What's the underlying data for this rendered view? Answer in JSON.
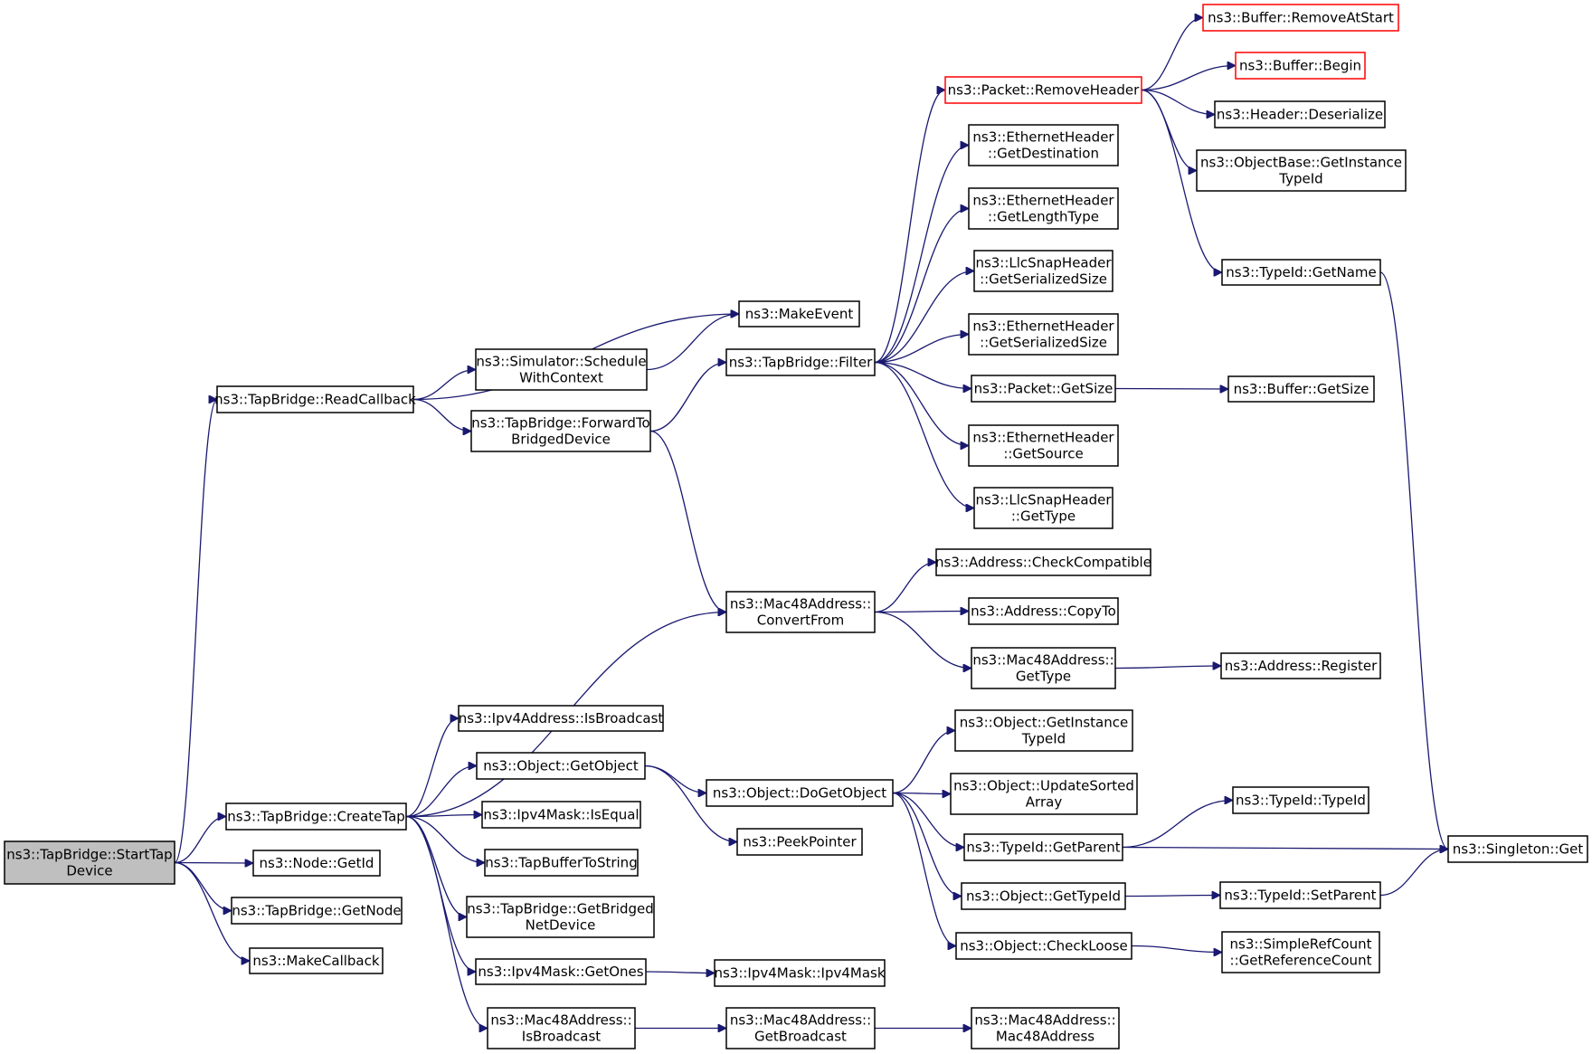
{
  "diagram": {
    "nodes": [
      {
        "id": "StartTap",
        "lines": [
          "ns3::TapBridge::StartTap",
          "Device"
        ],
        "style": "root"
      },
      {
        "id": "ReadCallback",
        "lines": [
          "ns3::TapBridge::ReadCallback"
        ]
      },
      {
        "id": "CreateTap",
        "lines": [
          "ns3::TapBridge::CreateTap"
        ]
      },
      {
        "id": "NodeGetId",
        "lines": [
          "ns3::Node::GetId"
        ]
      },
      {
        "id": "GetNode",
        "lines": [
          "ns3::TapBridge::GetNode"
        ]
      },
      {
        "id": "MakeCallback",
        "lines": [
          "ns3::MakeCallback"
        ]
      },
      {
        "id": "MakeEvent",
        "lines": [
          "ns3::MakeEvent"
        ]
      },
      {
        "id": "ScheduleWithContext",
        "lines": [
          "ns3::Simulator::Schedule",
          "WithContext"
        ]
      },
      {
        "id": "ForwardToBridgedDevice",
        "lines": [
          "ns3::TapBridge::ForwardTo",
          "BridgedDevice"
        ]
      },
      {
        "id": "Filter",
        "lines": [
          "ns3::TapBridge::Filter"
        ]
      },
      {
        "id": "ConvertFrom",
        "lines": [
          "ns3::Mac48Address::",
          "ConvertFrom"
        ]
      },
      {
        "id": "Ipv4IsBroadcast",
        "lines": [
          "ns3::Ipv4Address::IsBroadcast"
        ]
      },
      {
        "id": "GetObject",
        "lines": [
          "ns3::Object::GetObject"
        ]
      },
      {
        "id": "IsEqual",
        "lines": [
          "ns3::Ipv4Mask::IsEqual"
        ]
      },
      {
        "id": "TapBufferToString",
        "lines": [
          "ns3::TapBufferToString"
        ]
      },
      {
        "id": "GetBridgedNetDevice",
        "lines": [
          "ns3::TapBridge::GetBridged",
          "NetDevice"
        ]
      },
      {
        "id": "GetOnes",
        "lines": [
          "ns3::Ipv4Mask::GetOnes"
        ]
      },
      {
        "id": "MacIsBroadcast",
        "lines": [
          "ns3::Mac48Address::",
          "IsBroadcast"
        ]
      },
      {
        "id": "DoGetObject",
        "lines": [
          "ns3::Object::DoGetObject"
        ]
      },
      {
        "id": "PeekPointer",
        "lines": [
          "ns3::PeekPointer"
        ]
      },
      {
        "id": "Ipv4MaskCtor",
        "lines": [
          "ns3::Ipv4Mask::Ipv4Mask"
        ]
      },
      {
        "id": "GetBroadcast",
        "lines": [
          "ns3::Mac48Address::",
          "GetBroadcast"
        ]
      },
      {
        "id": "Mac48AddressCtor",
        "lines": [
          "ns3::Mac48Address::",
          "Mac48Address"
        ]
      },
      {
        "id": "RemoveHeader",
        "lines": [
          "ns3::Packet::RemoveHeader"
        ],
        "style": "trunc"
      },
      {
        "id": "EthGetDestination",
        "lines": [
          "ns3::EthernetHeader",
          "::GetDestination"
        ]
      },
      {
        "id": "EthGetLengthType",
        "lines": [
          "ns3::EthernetHeader",
          "::GetLengthType"
        ]
      },
      {
        "id": "LlcGetSerializedSize",
        "lines": [
          "ns3::LlcSnapHeader",
          "::GetSerializedSize"
        ]
      },
      {
        "id": "EthGetSerializedSize",
        "lines": [
          "ns3::EthernetHeader",
          "::GetSerializedSize"
        ]
      },
      {
        "id": "PacketGetSize",
        "lines": [
          "ns3::Packet::GetSize"
        ]
      },
      {
        "id": "EthGetSource",
        "lines": [
          "ns3::EthernetHeader",
          "::GetSource"
        ]
      },
      {
        "id": "LlcGetType",
        "lines": [
          "ns3::LlcSnapHeader",
          "::GetType"
        ]
      },
      {
        "id": "CheckCompatible",
        "lines": [
          "ns3::Address::CheckCompatible"
        ]
      },
      {
        "id": "CopyTo",
        "lines": [
          "ns3::Address::CopyTo"
        ]
      },
      {
        "id": "MacGetType",
        "lines": [
          "ns3::Mac48Address::",
          "GetType"
        ]
      },
      {
        "id": "GetInstanceTypeIdObj",
        "lines": [
          "ns3::Object::GetInstance",
          "TypeId"
        ]
      },
      {
        "id": "UpdateSortedArray",
        "lines": [
          "ns3::Object::UpdateSorted",
          "Array"
        ]
      },
      {
        "id": "GetParent",
        "lines": [
          "ns3::TypeId::GetParent"
        ]
      },
      {
        "id": "GetTypeId",
        "lines": [
          "ns3::Object::GetTypeId"
        ]
      },
      {
        "id": "CheckLoose",
        "lines": [
          "ns3::Object::CheckLoose"
        ]
      },
      {
        "id": "BufferRemoveAtStart",
        "lines": [
          "ns3::Buffer::RemoveAtStart"
        ],
        "style": "trunc"
      },
      {
        "id": "BufferBegin",
        "lines": [
          "ns3::Buffer::Begin"
        ],
        "style": "trunc"
      },
      {
        "id": "HeaderDeserialize",
        "lines": [
          "ns3::Header::Deserialize"
        ]
      },
      {
        "id": "ObjectBaseGetInstanceTypeId",
        "lines": [
          "ns3::ObjectBase::GetInstance",
          "TypeId"
        ]
      },
      {
        "id": "TypeIdGetName",
        "lines": [
          "ns3::TypeId::GetName"
        ]
      },
      {
        "id": "BufferGetSize",
        "lines": [
          "ns3::Buffer::GetSize"
        ]
      },
      {
        "id": "AddressRegister",
        "lines": [
          "ns3::Address::Register"
        ]
      },
      {
        "id": "TypeIdTypeId",
        "lines": [
          "ns3::TypeId::TypeId"
        ]
      },
      {
        "id": "SetParent",
        "lines": [
          "ns3::TypeId::SetParent"
        ]
      },
      {
        "id": "GetReferenceCount",
        "lines": [
          "ns3::SimpleRefCount",
          "::GetReferenceCount"
        ]
      },
      {
        "id": "SingletonGet",
        "lines": [
          "ns3::Singleton::Get"
        ]
      }
    ],
    "edges": [
      [
        "StartTap",
        "ReadCallback"
      ],
      [
        "StartTap",
        "CreateTap"
      ],
      [
        "StartTap",
        "NodeGetId"
      ],
      [
        "StartTap",
        "GetNode"
      ],
      [
        "StartTap",
        "MakeCallback"
      ],
      [
        "ReadCallback",
        "MakeEvent"
      ],
      [
        "ReadCallback",
        "ScheduleWithContext"
      ],
      [
        "ReadCallback",
        "ForwardToBridgedDevice"
      ],
      [
        "ScheduleWithContext",
        "MakeEvent"
      ],
      [
        "ForwardToBridgedDevice",
        "Filter"
      ],
      [
        "ForwardToBridgedDevice",
        "ConvertFrom"
      ],
      [
        "CreateTap",
        "ConvertFrom"
      ],
      [
        "CreateTap",
        "Ipv4IsBroadcast"
      ],
      [
        "CreateTap",
        "GetObject"
      ],
      [
        "CreateTap",
        "IsEqual"
      ],
      [
        "CreateTap",
        "TapBufferToString"
      ],
      [
        "CreateTap",
        "GetBridgedNetDevice"
      ],
      [
        "CreateTap",
        "GetOnes"
      ],
      [
        "CreateTap",
        "MacIsBroadcast"
      ],
      [
        "GetObject",
        "DoGetObject"
      ],
      [
        "GetObject",
        "PeekPointer"
      ],
      [
        "GetOnes",
        "Ipv4MaskCtor"
      ],
      [
        "MacIsBroadcast",
        "GetBroadcast"
      ],
      [
        "GetBroadcast",
        "Mac48AddressCtor"
      ],
      [
        "Filter",
        "RemoveHeader"
      ],
      [
        "Filter",
        "EthGetDestination"
      ],
      [
        "Filter",
        "EthGetLengthType"
      ],
      [
        "Filter",
        "LlcGetSerializedSize"
      ],
      [
        "Filter",
        "EthGetSerializedSize"
      ],
      [
        "Filter",
        "PacketGetSize"
      ],
      [
        "Filter",
        "EthGetSource"
      ],
      [
        "Filter",
        "LlcGetType"
      ],
      [
        "ConvertFrom",
        "CheckCompatible"
      ],
      [
        "ConvertFrom",
        "CopyTo"
      ],
      [
        "ConvertFrom",
        "MacGetType"
      ],
      [
        "DoGetObject",
        "GetInstanceTypeIdObj"
      ],
      [
        "DoGetObject",
        "UpdateSortedArray"
      ],
      [
        "DoGetObject",
        "GetParent"
      ],
      [
        "DoGetObject",
        "GetTypeId"
      ],
      [
        "DoGetObject",
        "CheckLoose"
      ],
      [
        "RemoveHeader",
        "BufferRemoveAtStart"
      ],
      [
        "RemoveHeader",
        "BufferBegin"
      ],
      [
        "RemoveHeader",
        "HeaderDeserialize"
      ],
      [
        "RemoveHeader",
        "ObjectBaseGetInstanceTypeId"
      ],
      [
        "RemoveHeader",
        "TypeIdGetName"
      ],
      [
        "PacketGetSize",
        "BufferGetSize"
      ],
      [
        "MacGetType",
        "AddressRegister"
      ],
      [
        "GetParent",
        "TypeIdTypeId"
      ],
      [
        "GetParent",
        "SingletonGet"
      ],
      [
        "GetTypeId",
        "SetParent"
      ],
      [
        "CheckLoose",
        "GetReferenceCount"
      ],
      [
        "TypeIdGetName",
        "SingletonGet"
      ],
      [
        "SetParent",
        "SingletonGet"
      ]
    ]
  }
}
